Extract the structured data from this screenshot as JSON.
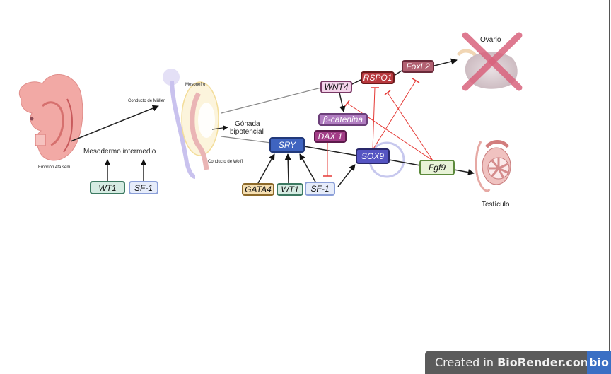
{
  "diagram": {
    "labels": {
      "embryo": "Embrión 4ta sem.",
      "mesoderm": "Mesodermo intermedio",
      "muller": "Conducto de Müller",
      "mesonephros": "Mesonefro",
      "wolff": "Conducto de Wolff",
      "gonad_line1": "Gónada",
      "gonad_line2": "bipotencial",
      "ovary": "Ovario",
      "testis": "Testículo"
    },
    "genes": {
      "wt1_left": "WT1",
      "sf1_left": "SF-1",
      "gata4": "GATA4",
      "wt1": "WT1",
      "sf1": "SF-1",
      "sry": "SRY",
      "dax1": "DAX 1",
      "beta_catenin": "β-catenina",
      "wnt4": "WNT4",
      "rspo1": "RSPO1",
      "foxl2": "FoxL2",
      "sox9": "SOX9",
      "fgf9": "Fgf9"
    },
    "colors": {
      "wt1_fill": "#d5ebe2",
      "wt1_border": "#3d7a62",
      "sf1_fill": "#e6ecfa",
      "sf1_border": "#8b9fd8",
      "gata4_fill": "#f5dfb2",
      "gata4_border": "#8d6a2a",
      "sry_fill": "#3f64c0",
      "sry_border": "#22397a",
      "dax1_fill": "#a23c86",
      "dax1_border": "#5c1a4b",
      "beta_fill": "#b07cc0",
      "beta_border": "#6c3f7a",
      "wnt4_fill": "#f4d4ea",
      "wnt4_border": "#7a3a66",
      "rspo1_fill": "#b8383d",
      "rspo1_border": "#6a1a1c",
      "foxl2_fill": "#b26172",
      "foxl2_border": "#6a2a3a",
      "sox9_fill": "#5554c2",
      "sox9_border": "#29286a",
      "fgf9_fill": "#e8f3d7",
      "fgf9_border": "#5c8a3c",
      "inhibition": "#e53935",
      "cross": "#d9637d"
    }
  },
  "watermark": {
    "prefix": "Created in ",
    "brand": "BioRender.com",
    "logo": "bio"
  }
}
